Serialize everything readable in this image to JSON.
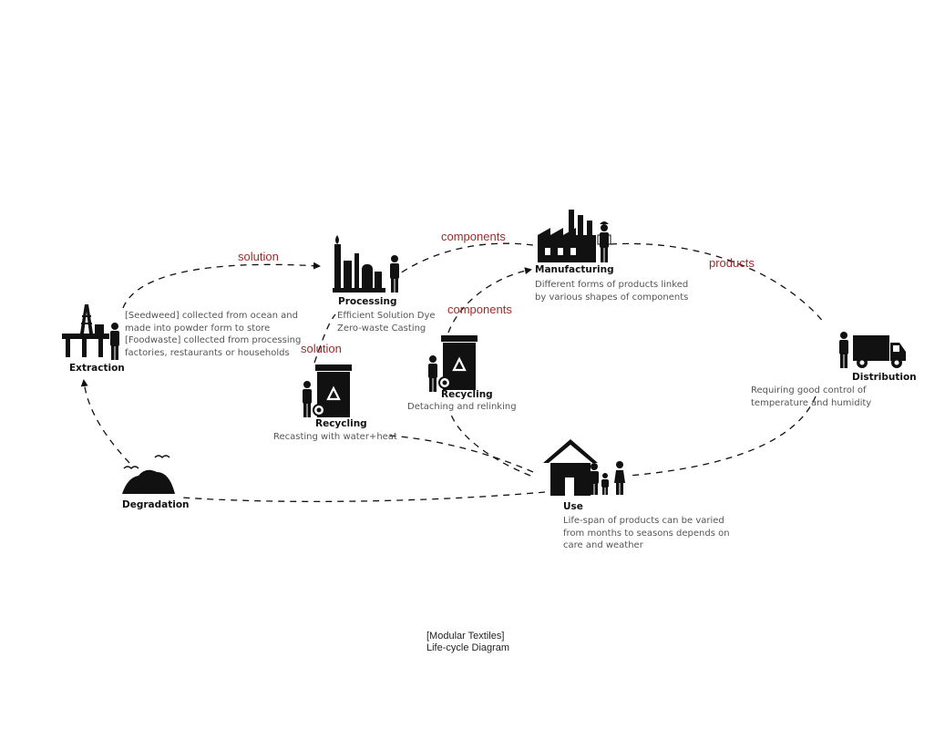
{
  "nodes": {
    "extraction": {
      "title": "Extraction",
      "desc": [
        "[Seedweed] collected from ocean and",
        "made into powder form to store",
        "[Foodwaste] collected from processing",
        "factories, restaurants or households"
      ]
    },
    "processing": {
      "title": "Processing",
      "desc": [
        "Efficient Solution Dye",
        "Zero-waste Casting"
      ]
    },
    "manufacturing": {
      "title": "Manufacturing",
      "desc": [
        "Different forms of products linked",
        "by various shapes of components"
      ]
    },
    "distribution": {
      "title": "Distribution",
      "desc": [
        "Requiring good control of",
        "temperature and humidity"
      ]
    },
    "use": {
      "title": "Use",
      "desc": [
        "Life-span of products can be varied",
        "from months to seasons depends on",
        "care and weather"
      ]
    },
    "degradation": {
      "title": "Degradation"
    },
    "recycling_left": {
      "title": "Recycling",
      "desc": "Recasting with water+heat"
    },
    "recycling_mid": {
      "title": "Recycling",
      "desc": "Detaching and relinking"
    }
  },
  "flows": {
    "solution_top": "solution",
    "solution_left": "solution",
    "components_top": "components",
    "components_mid": "components",
    "products": "products"
  },
  "caption": [
    "[Modular Textiles]",
    "Life-cycle Diagram"
  ],
  "colors": {
    "flow_label": "#9b2c2c",
    "icon": "#111111",
    "desc": "#555555"
  }
}
